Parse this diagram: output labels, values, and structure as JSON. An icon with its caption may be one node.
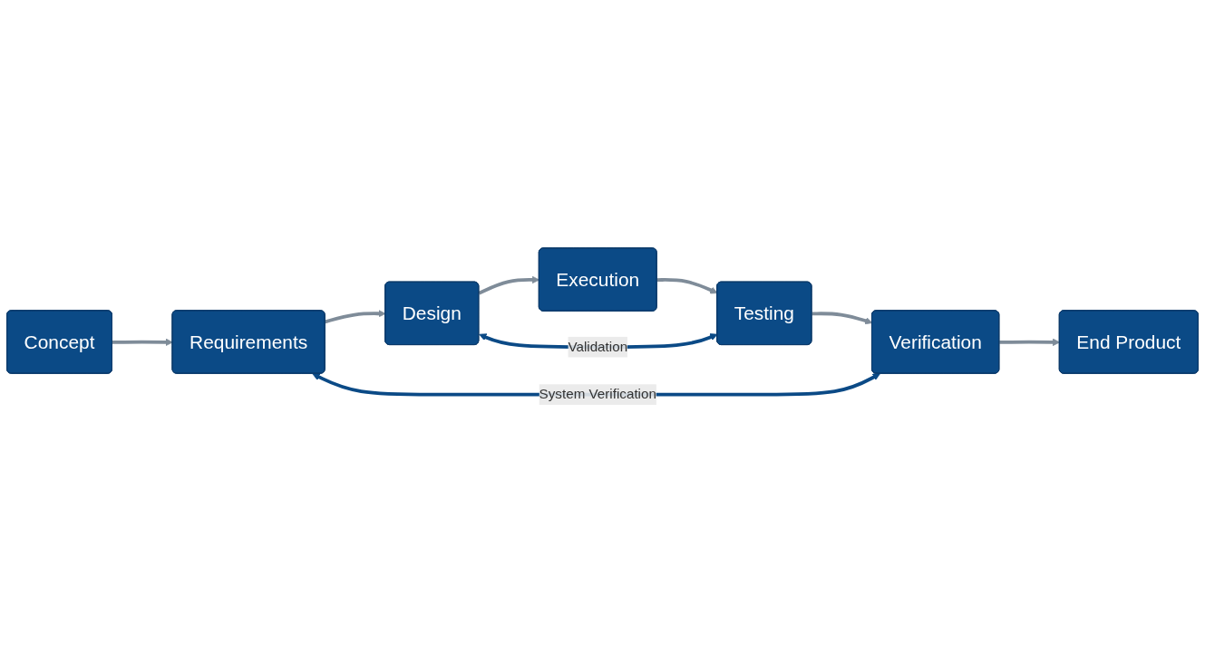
{
  "diagram": {
    "nodes": [
      {
        "text": [
          "Concept"
        ]
      },
      {
        "text": [
          "Requirements"
        ]
      },
      {
        "text": [
          "Design"
        ]
      },
      {
        "text": [
          "Execution"
        ]
      },
      {
        "text": [
          "Testing"
        ]
      },
      {
        "text": [
          "Verification"
        ]
      },
      {
        "text": [
          "End Product"
        ]
      }
    ],
    "edges": [
      {
        "from": 0,
        "to": 1,
        "arrow": "to"
      },
      {
        "from": 1,
        "to": 2,
        "arrow": "to"
      },
      {
        "from": 2,
        "to": 3,
        "arrow": "to"
      },
      {
        "from": 3,
        "to": 4,
        "arrow": "to"
      },
      {
        "from": 4,
        "to": 5,
        "arrow": "to"
      },
      {
        "from": 5,
        "to": 6,
        "arrow": "to"
      },
      {
        "from": 1,
        "to": 5,
        "arrow": "both",
        "label": "System Verification",
        "color": "#0b4a86"
      },
      {
        "from": 2,
        "to": 4,
        "arrow": "both",
        "label": "Validation",
        "color": "#0b4a86"
      }
    ]
  }
}
